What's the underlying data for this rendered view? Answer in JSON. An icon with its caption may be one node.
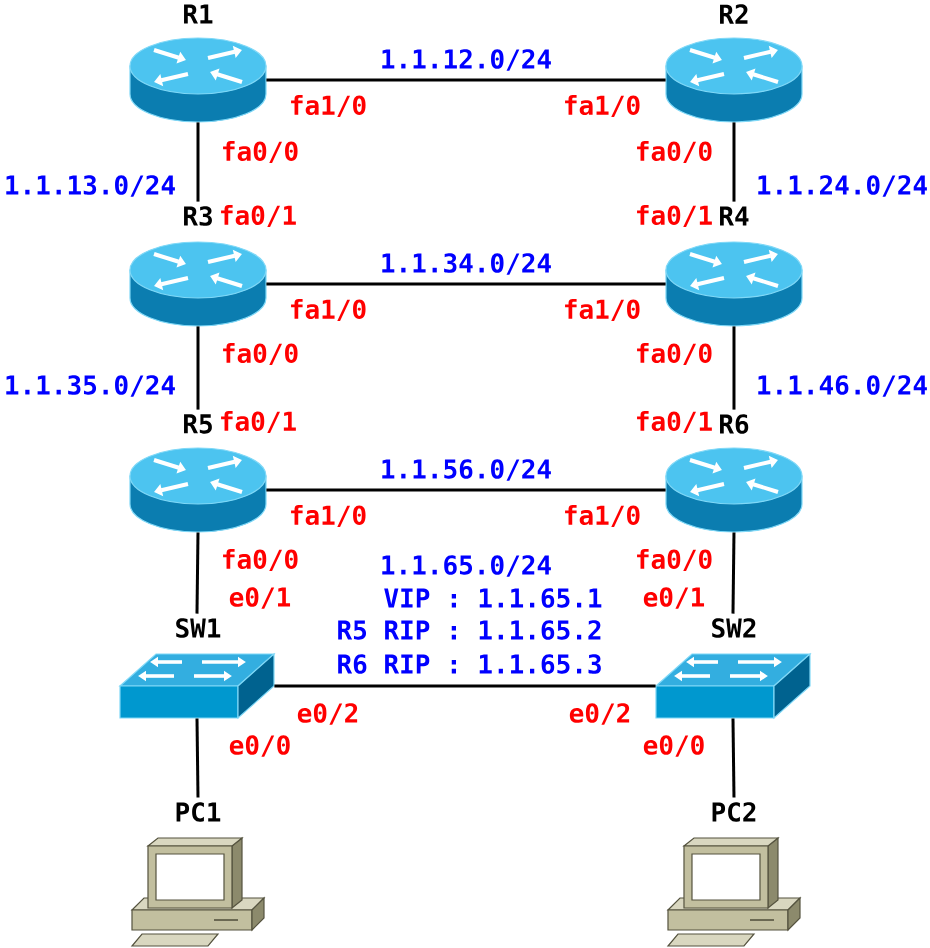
{
  "diagram": {
    "nodes": [
      {
        "text": [
          "R1"
        ],
        "beside": [
          "fa1/0",
          "fa0/0"
        ]
      },
      {
        "text": [
          "R2"
        ],
        "beside": [
          "fa1/0",
          "fa0/0"
        ]
      },
      {
        "text": [
          "R3"
        ],
        "beside": [
          "fa0/1",
          "fa1/0",
          "fa0/0"
        ]
      },
      {
        "text": [
          "R4"
        ],
        "beside": [
          "fa0/1",
          "fa1/0",
          "fa0/0"
        ]
      },
      {
        "text": [
          "R5"
        ],
        "beside": [
          "fa0/1",
          "fa1/0",
          "fa0/0"
        ]
      },
      {
        "text": [
          "R6"
        ],
        "beside": [
          "fa0/1",
          "fa1/0",
          "fa0/0"
        ]
      },
      {
        "text": [
          "SW1"
        ],
        "beside": [
          "e0/1",
          "e0/2",
          "e0/0"
        ]
      },
      {
        "text": [
          "SW2"
        ],
        "beside": [
          "e0/1",
          "e0/2",
          "e0/0"
        ]
      },
      {
        "text": [
          "PC1"
        ]
      },
      {
        "text": [
          "PC2"
        ]
      }
    ],
    "edges": [
      {
        "from": 0,
        "to": 1,
        "arrow": "none",
        "label": "1.1.12.0/24"
      },
      {
        "from": 0,
        "to": 2,
        "arrow": "none",
        "label": "1.1.13.0/24"
      },
      {
        "from": 1,
        "to": 3,
        "arrow": "none",
        "label": "1.1.24.0/24"
      },
      {
        "from": 2,
        "to": 3,
        "arrow": "none",
        "label": "1.1.34.0/24"
      },
      {
        "from": 2,
        "to": 4,
        "arrow": "none",
        "label": "1.1.35.0/24"
      },
      {
        "from": 3,
        "to": 5,
        "arrow": "none",
        "label": "1.1.46.0/24"
      },
      {
        "from": 4,
        "to": 5,
        "arrow": "none",
        "label": "1.1.56.0/24"
      },
      {
        "from": 4,
        "to": 6,
        "arrow": "none"
      },
      {
        "from": 5,
        "to": 7,
        "arrow": "none"
      },
      {
        "from": 6,
        "to": 7,
        "arrow": "none"
      },
      {
        "from": 6,
        "to": 8,
        "arrow": "none"
      },
      {
        "from": 7,
        "to": 9,
        "arrow": "none"
      }
    ],
    "labels": [
      "1.1.65.0/24",
      "VIP : 1.1.65.1",
      "R5 RIP : 1.1.65.2",
      "R6 RIP : 1.1.65.3"
    ]
  }
}
